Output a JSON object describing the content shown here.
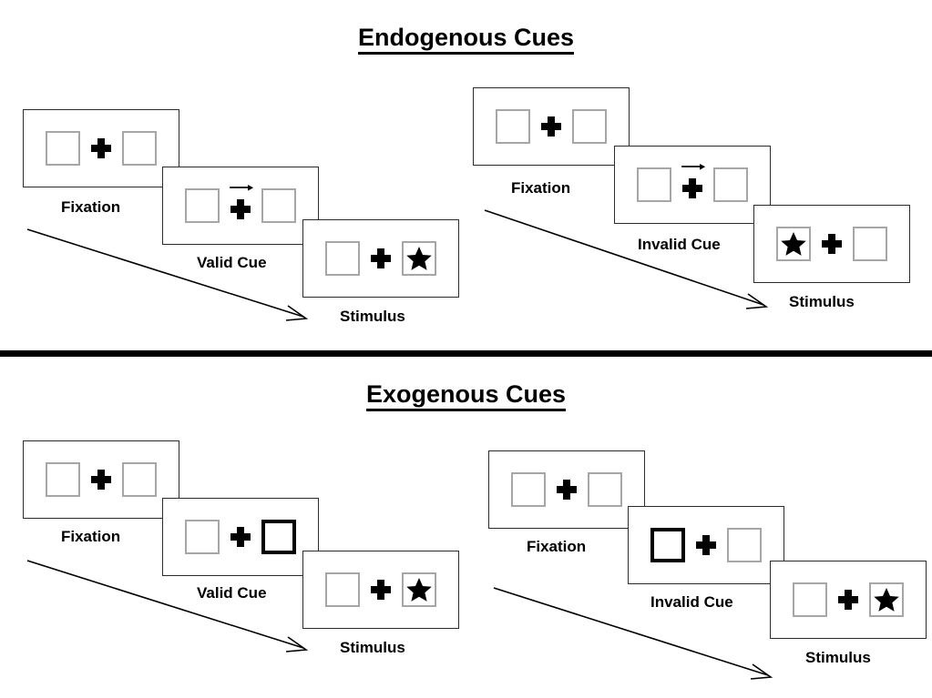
{
  "sections": [
    {
      "id": "endogenous",
      "title": "Endogenous Cues",
      "trials": [
        {
          "id": "endo-valid",
          "steps": [
            {
              "caption": "Fixation",
              "cue": "none",
              "left_box": "empty",
              "right_box": "empty"
            },
            {
              "caption": "Valid Cue",
              "cue": "arrow-right",
              "left_box": "empty",
              "right_box": "empty"
            },
            {
              "caption": "Stimulus",
              "cue": "none",
              "left_box": "empty",
              "right_box": "star"
            }
          ]
        },
        {
          "id": "endo-invalid",
          "steps": [
            {
              "caption": "Fixation",
              "cue": "none",
              "left_box": "empty",
              "right_box": "empty"
            },
            {
              "caption": "Invalid Cue",
              "cue": "arrow-right",
              "left_box": "empty",
              "right_box": "empty"
            },
            {
              "caption": "Stimulus",
              "cue": "none",
              "left_box": "star",
              "right_box": "empty"
            }
          ]
        }
      ]
    },
    {
      "id": "exogenous",
      "title": "Exogenous Cues",
      "trials": [
        {
          "id": "exo-valid",
          "steps": [
            {
              "caption": "Fixation",
              "cue": "none",
              "left_box": "empty",
              "right_box": "empty"
            },
            {
              "caption": "Valid Cue",
              "cue": "none",
              "left_box": "empty",
              "right_box": "highlight"
            },
            {
              "caption": "Stimulus",
              "cue": "none",
              "left_box": "empty",
              "right_box": "star"
            }
          ]
        },
        {
          "id": "exo-invalid",
          "steps": [
            {
              "caption": "Fixation",
              "cue": "none",
              "left_box": "empty",
              "right_box": "empty"
            },
            {
              "caption": "Invalid Cue",
              "cue": "none",
              "left_box": "highlight",
              "right_box": "empty"
            },
            {
              "caption": "Stimulus",
              "cue": "none",
              "left_box": "empty",
              "right_box": "star"
            }
          ]
        }
      ]
    }
  ],
  "labels": {
    "endogenous_title": "Endogenous Cues",
    "exogenous_title": "Exogenous Cues",
    "fixation": "Fixation",
    "valid_cue": "Valid Cue",
    "invalid_cue": "Invalid Cue",
    "stimulus": "Stimulus"
  },
  "colors": {
    "panel_border": "#2b2b2b",
    "box_border": "#a6a6a6",
    "cued_box_border": "#000000",
    "ink": "#000000",
    "background": "#ffffff",
    "divider": "#000000"
  },
  "captions_order": [
    "Fixation",
    "Valid Cue",
    "Stimulus",
    "Invalid Cue"
  ]
}
